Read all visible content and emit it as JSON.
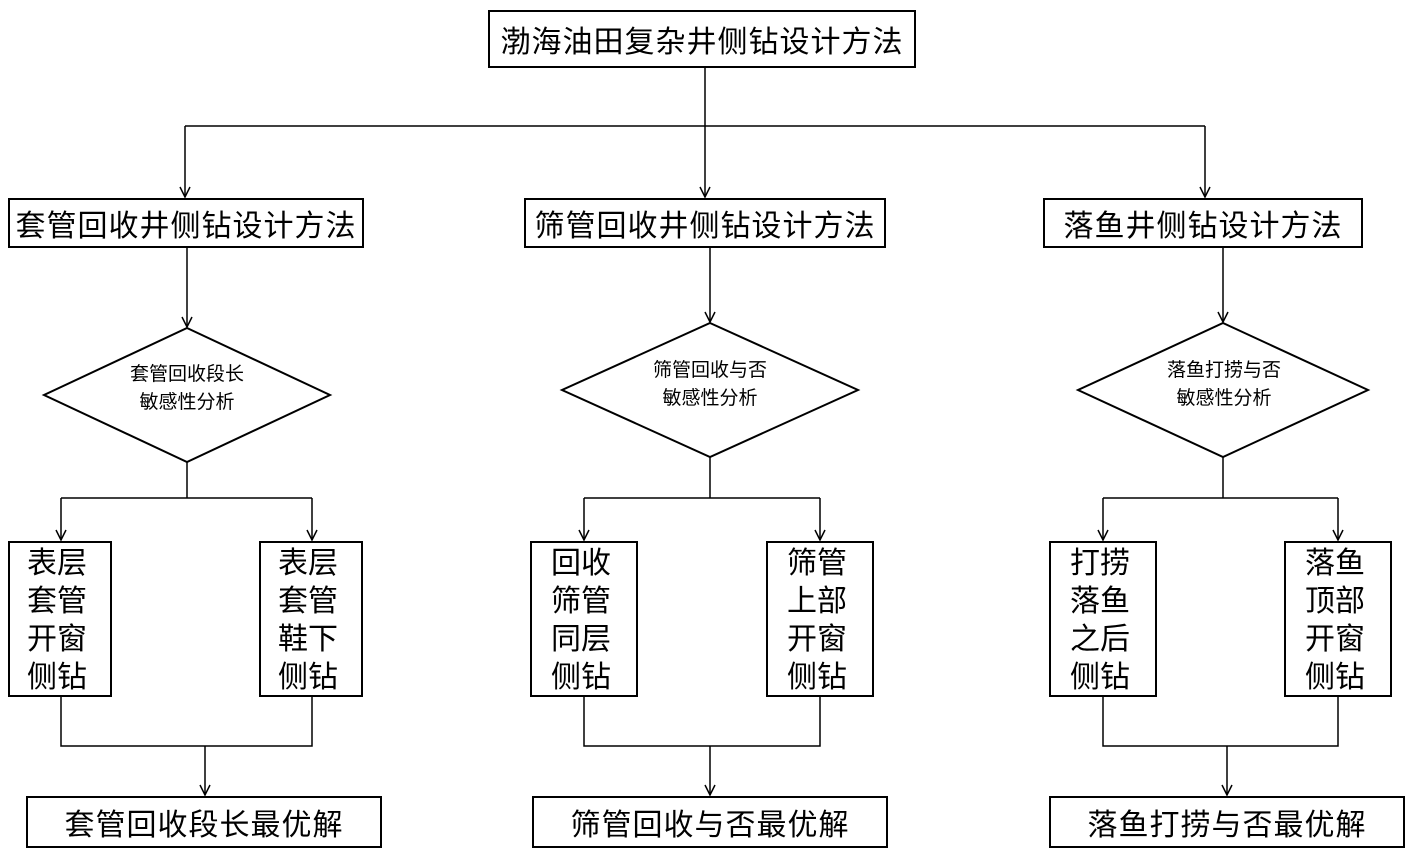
{
  "root": {
    "label": "渤海油田复杂井侧钻设计方法"
  },
  "branches": [
    {
      "method": "套管回收井侧钻设计方法",
      "decision": "套管回收段长敏感性分析",
      "options": [
        "表层套管开窗侧钻",
        "表层套管鞋下侧钻"
      ],
      "result": "套管回收段长最优解"
    },
    {
      "method": "筛管回收井侧钻设计方法",
      "decision": "筛管回收与否敏感性分析",
      "options": [
        "回收筛管同层侧钻",
        "筛管上部开窗侧钻"
      ],
      "result": "筛管回收与否最优解"
    },
    {
      "method": "落鱼井侧钻设计方法",
      "decision": "落鱼打捞与否敏感性分析",
      "options": [
        "打捞落鱼之后侧钻",
        "落鱼顶部开窗侧钻"
      ],
      "result": "落鱼打捞与否最优解"
    }
  ],
  "colors": {
    "stroke": "#000000",
    "fill": "#ffffff"
  }
}
